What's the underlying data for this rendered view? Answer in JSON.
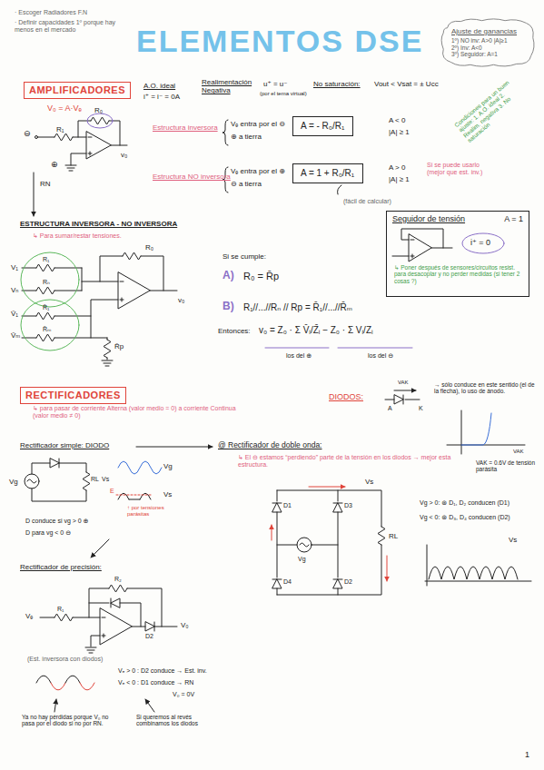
{
  "diagram": {
    "title": "ELEMENTOS DSE",
    "nodes": [
      {
        "text": [
          "Ajuste de ganancias",
          "1º) NO inv: A>0 |A|≥1",
          "2º) Inv: A<0",
          "3º) Seguidor: A=1"
        ]
      },
      {
        "text": [
          "AMPLIFICADORES"
        ]
      },
      {
        "text": [
          "A = - R₀/R₁"
        ]
      },
      {
        "text": [
          "A = 1 + R₀/R₁"
        ]
      },
      {
        "text": [
          "Seguidor de tensión",
          "A = 1"
        ]
      },
      {
        "text": [
          "RECTIFICADORES"
        ]
      }
    ],
    "labels": [
      "· Escoger Radiadores F.N",
      "· Definir capacidades 1º porque hay menos en el mercado",
      "V₀ = A·Vₑ",
      "A.O. ideal",
      "i⁺ = i⁻ = 0A",
      "Realimentación Negativa",
      "u⁺ = u⁻",
      "(por el tema virtual)",
      "No saturación:",
      "Vout < Vsat = ± Ucc",
      "⊖",
      "R₁",
      "R₀",
      "⊕",
      "v₀",
      "RN",
      "Estructura inversora",
      "Vₑ entra por el ⊖",
      "⊕ a tierra",
      "A < 0",
      "|A| ≥ 1",
      "Estructura NO inversora",
      "Vₑ entra por el ⊕",
      "⊖ a tierra",
      "A > 0",
      "|A| ≥ 1",
      "Si se puede usarlo (mejor que est. inv.)",
      "(fácil de calcular)",
      "ESTRUCTURA INVERSORA - NO INVERSORA",
      "↳ Para sumar/restar tensiones.",
      "V₁",
      "Vₙ",
      "V̄₁",
      "V̄ₘ",
      "R₁",
      "Rₙ",
      "R̄₁",
      "R̄ₘ",
      "R₀",
      "R̄p",
      "v₀",
      "Si se cumple:",
      "A)",
      "R₀ = R̄p",
      "B)",
      "R₁//...//Rₙ // Rp = R̄₁//...//R̄ₘ",
      "Entonces:",
      "v₀ = Z₀ · Σ V̄ᵢ/Z̄ᵢ − Z₀ · Σ Vᵢ/Zᵢ",
      "los del ⊕",
      "los del ⊖",
      "i⁺ = 0",
      "↳ Poner después de sensores/circuitos resist. para desacoplar y no perder medidas (si tener 2 cosas ?)",
      "↳ para pasar de corriente Alterna (valor medio = 0) a corriente Continua (valor medio ≠ 0)",
      "DIODOS:",
      "VAK",
      "A",
      "K",
      "→ sólo conduce en este sentido (el de la flecha), lo uso de ánodo.",
      "VAK",
      "VAK = 0.6V de tensión parásita",
      "Rectificador simple: DIODO",
      "Vg",
      "RL",
      "Vs",
      "Vg",
      "E",
      "Vs",
      "↑ por tensiones parásitas",
      "D conduce si vg > 0 ⊕",
      "D para vg < 0 ⊖",
      "@ Rectificador de doble onda:",
      "↳ El ⊖ estamos “perdiendo” parte de la tensión en los diodos → mejor esta estructura.",
      "D1",
      "D3",
      "D4",
      "D2",
      "Vs",
      "RL",
      "Vg",
      "Vg > 0: ⊛ D₁, D₂ conducen (D1)",
      "Vg < 0: ⊛ D₃, D₄ conducen (D2)",
      "Vs",
      "Rectificador de precisión:",
      "Vₑ",
      "R₁",
      "R₂",
      "D2",
      "V₀",
      "(Est. inversora con diodos)",
      "Vₑ > 0 : D2 conduce → Est. inv.",
      "Vₑ < 0 : D1 conduce → RN",
      "V₀ = 0V",
      "Ya no hay pérdidas porque V₀ no pasa por el diodo si no por RN.",
      "Si queremos al revés combinamos los diodos",
      "1",
      "Condiciones para un buen ajuste: 1. A.O. ideal 2. Realim. negativa 3. No saturación"
    ]
  }
}
